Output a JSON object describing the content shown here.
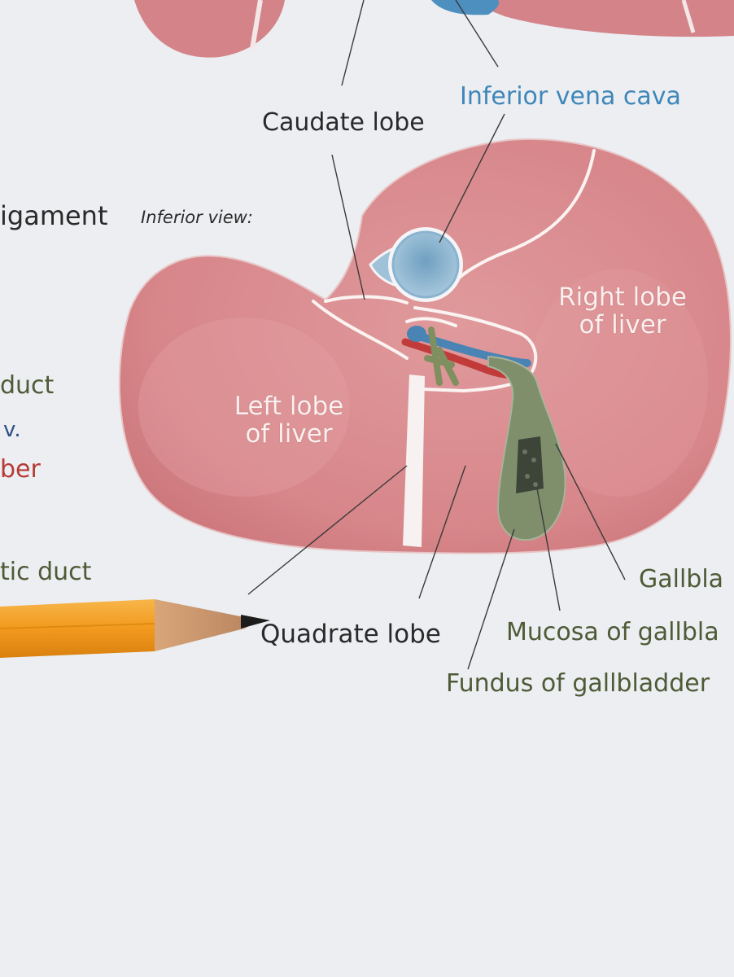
{
  "labels": {
    "inferior_vena_cava": "Inferior vena cava",
    "caudate_lobe": "Caudate lobe",
    "inferior_view": "Inferior view:",
    "right_lobe_line1": "Right lobe",
    "right_lobe_line2": "of liver",
    "left_lobe_line1": "Left lobe",
    "left_lobe_line2": "of liver",
    "quadrate_lobe": "Quadrate lobe",
    "gallbladder": "Gallbla",
    "mucosa": "Mucosa of gallbla",
    "fundus": "Fundus of gallbladder"
  },
  "cut_labels": {
    "ligament": "igament",
    "duct": "duct",
    "vein": "v.",
    "red_partial": "ber",
    "hepatic_duct": "tic duct"
  },
  "colors": {
    "paper": "#eceef2",
    "liver": "#d9868a",
    "gallbladder": "#7d8e6a",
    "vena_cava": "#7fb0cf",
    "label_blue": "#3f87b8",
    "label_olive": "#4f5a36",
    "pencil": "#f0a02c"
  }
}
